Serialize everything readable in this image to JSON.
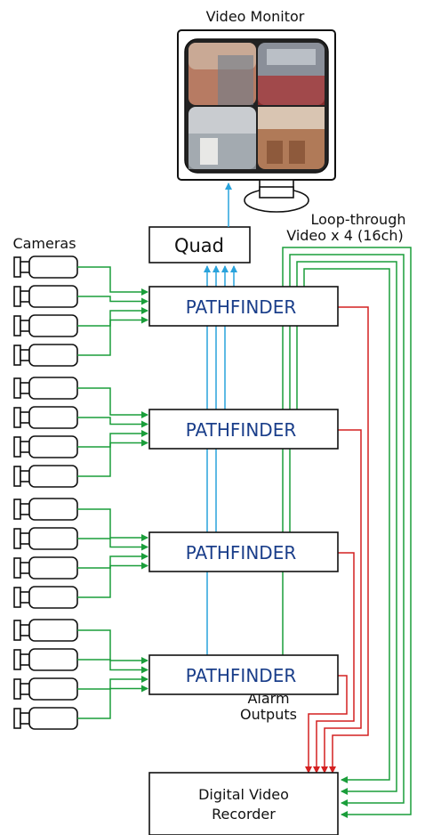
{
  "labels": {
    "video_monitor": "Video Monitor",
    "cameras": "Cameras",
    "quad": "Quad",
    "loop_through_line1": "Loop-through",
    "loop_through_line2": "Video x 4 (16ch)",
    "alarm_line1": "Alarm",
    "alarm_line2": "Outputs",
    "dvr_line1": "Digital Video",
    "dvr_line2": "Recorder"
  },
  "pathfinders": [
    {
      "label": "PATHFINDER"
    },
    {
      "label": "PATHFINDER"
    },
    {
      "label": "PATHFINDER"
    },
    {
      "label": "PATHFINDER"
    }
  ],
  "monitor_feeds": [
    {
      "name": "courtyard-view",
      "colors": [
        "#b77b63",
        "#6f7f8e",
        "#d6c8b7"
      ]
    },
    {
      "name": "parking-lot-view",
      "colors": [
        "#8a8f99",
        "#a83232",
        "#cfd3d9"
      ]
    },
    {
      "name": "warehouse-exterior-view",
      "colors": [
        "#c9ccd0",
        "#9aa1a8",
        "#e8e8e6"
      ]
    },
    {
      "name": "loading-dock-view",
      "colors": [
        "#b07a58",
        "#8e5a3c",
        "#d9c5b2"
      ]
    }
  ],
  "colors": {
    "camera_link": "#1a9e3a",
    "quad_link": "#29a3dc",
    "alarm_link": "#d42020",
    "pathfinder_text": "#1a3e8a"
  }
}
